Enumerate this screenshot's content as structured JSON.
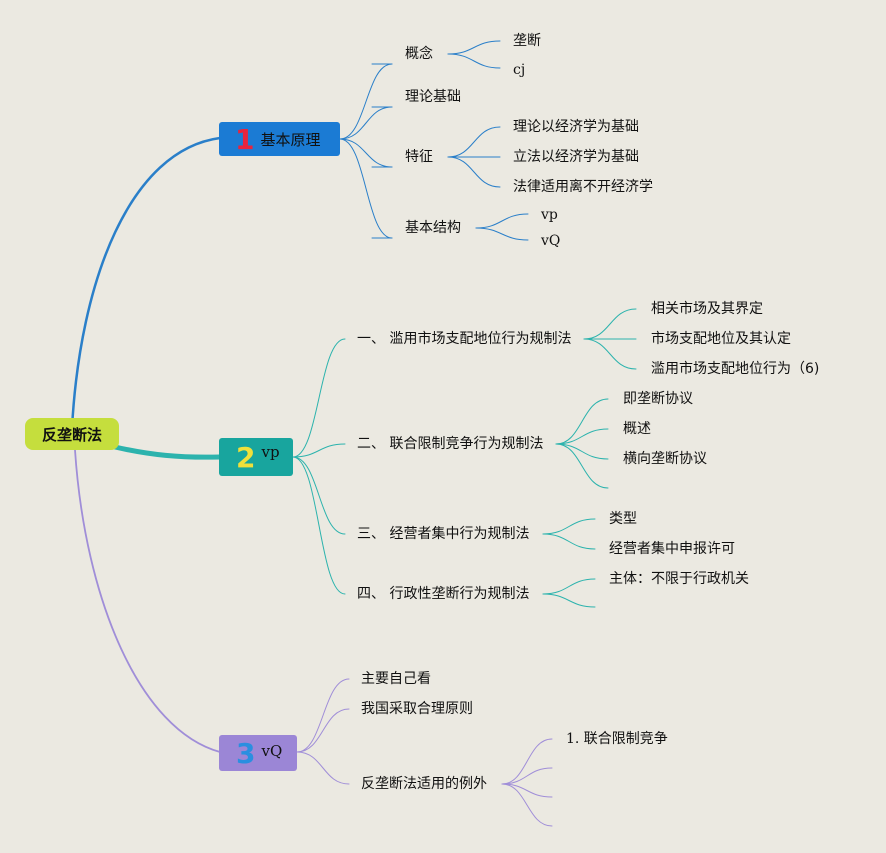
{
  "root": "反垄断法",
  "branches": [
    {
      "number": "1",
      "label": "基本原理",
      "color": "#1b7bd4",
      "children": [
        {
          "label": "概念",
          "children": [
            "垄断",
            "cj"
          ]
        },
        {
          "label": "理论基础",
          "children": []
        },
        {
          "label": "特征",
          "children": [
            "理论以经济学为基础",
            "立法以经济学为基础",
            "法律适用离不开经济学"
          ]
        },
        {
          "label": "基本结构",
          "children": [
            "vp",
            "vQ"
          ]
        }
      ]
    },
    {
      "number": "2",
      "label": "vp",
      "color": "#1aa39c",
      "children": [
        {
          "label": "一、 滥用市场支配地位行为规制法",
          "children": [
            "相关市场及其界定",
            "市场支配地位及其认定",
            "滥用市场支配地位行为（6)"
          ]
        },
        {
          "label": "二、 联合限制竞争行为规制法",
          "children": [
            "即垄断协议",
            "概述",
            "横向垄断协议",
            ""
          ]
        },
        {
          "label": "三、 经营者集中行为规制法",
          "children": [
            "类型",
            "经营者集中申报许可"
          ]
        },
        {
          "label": "四、 行政性垄断行为规制法",
          "children": [
            "主体：不限于行政机关",
            ""
          ]
        }
      ]
    },
    {
      "number": "3",
      "label": "vQ",
      "color": "#9b86d6",
      "children": [
        {
          "label": "主要自己看",
          "children": []
        },
        {
          "label": "我国采取合理原则",
          "children": []
        },
        {
          "label": "反垄断法适用的例外",
          "children": [
            "1. 联合限制竞争",
            "",
            ""
          ]
        }
      ]
    }
  ],
  "colors": {
    "background": "#ebe9e1",
    "root_fill": "#c5de3d",
    "branch1_fill": "#1b7bd4",
    "branch1_number": "#e8243d",
    "branch1_line": "#2a7fc9",
    "branch2_fill": "#18a59e",
    "branch2_number": "#f0e03a",
    "branch2_line": "#2cb3ad",
    "branch3_fill": "#9b86d6",
    "branch3_number": "#2a8fe0",
    "branch3_line": "#a08ed8"
  }
}
